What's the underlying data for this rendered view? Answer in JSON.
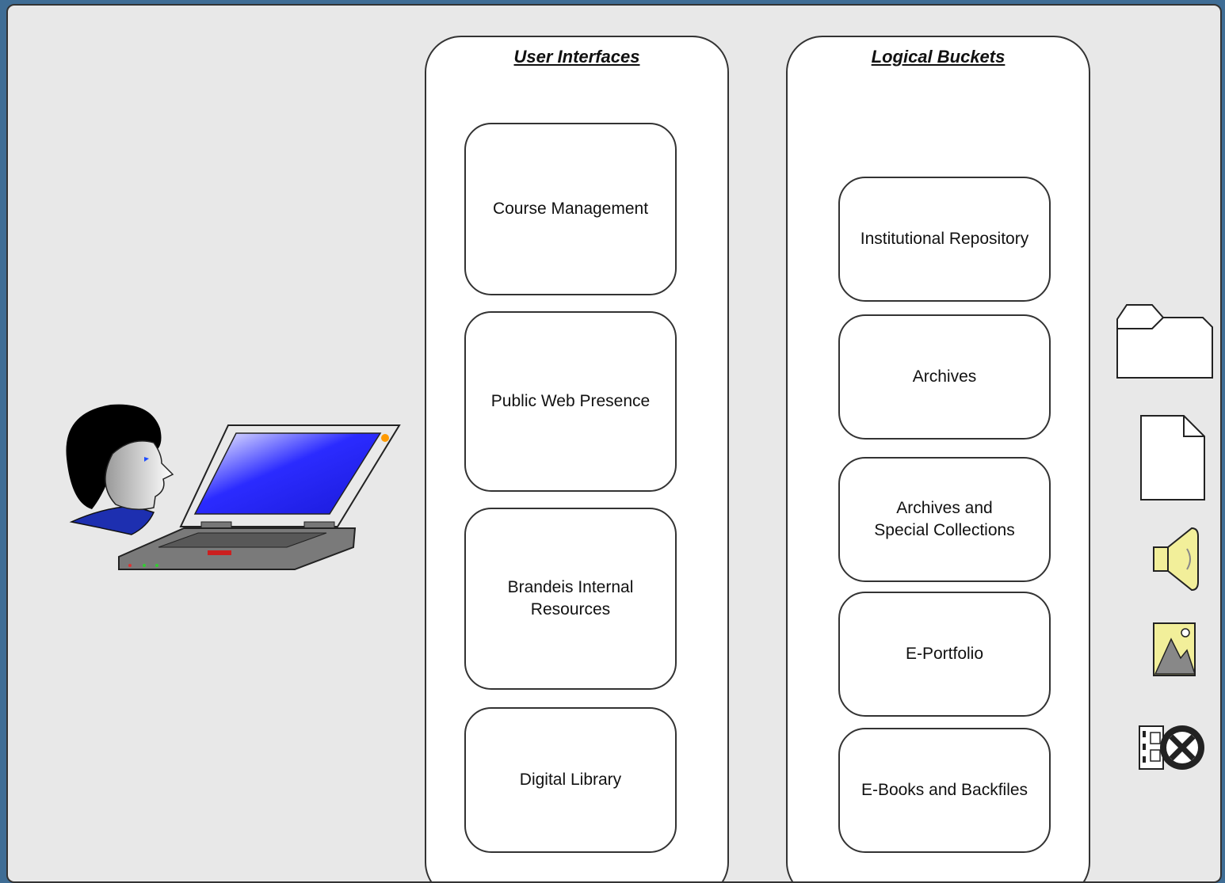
{
  "user_interfaces": {
    "title": "User Interfaces",
    "items": [
      "Course Management",
      "Public Web Presence",
      "Brandeis Internal\nResources",
      "Digital Library"
    ]
  },
  "logical_buckets": {
    "title": "Logical Buckets",
    "items": [
      "Institutional Repository",
      "Archives",
      "Archives and\nSpecial Collections",
      "E-Portfolio",
      "E-Books and Backfiles"
    ]
  },
  "icons": [
    "user-at-laptop-icon",
    "folder-icon",
    "document-icon",
    "audio-speaker-icon",
    "image-icon",
    "video-film-icon"
  ],
  "colors": {
    "background_frame": "#3f6d95",
    "canvas": "#e8e8e8",
    "laptop_screen": "#2b2bff",
    "icon_yellow": "#f2ef9a"
  }
}
